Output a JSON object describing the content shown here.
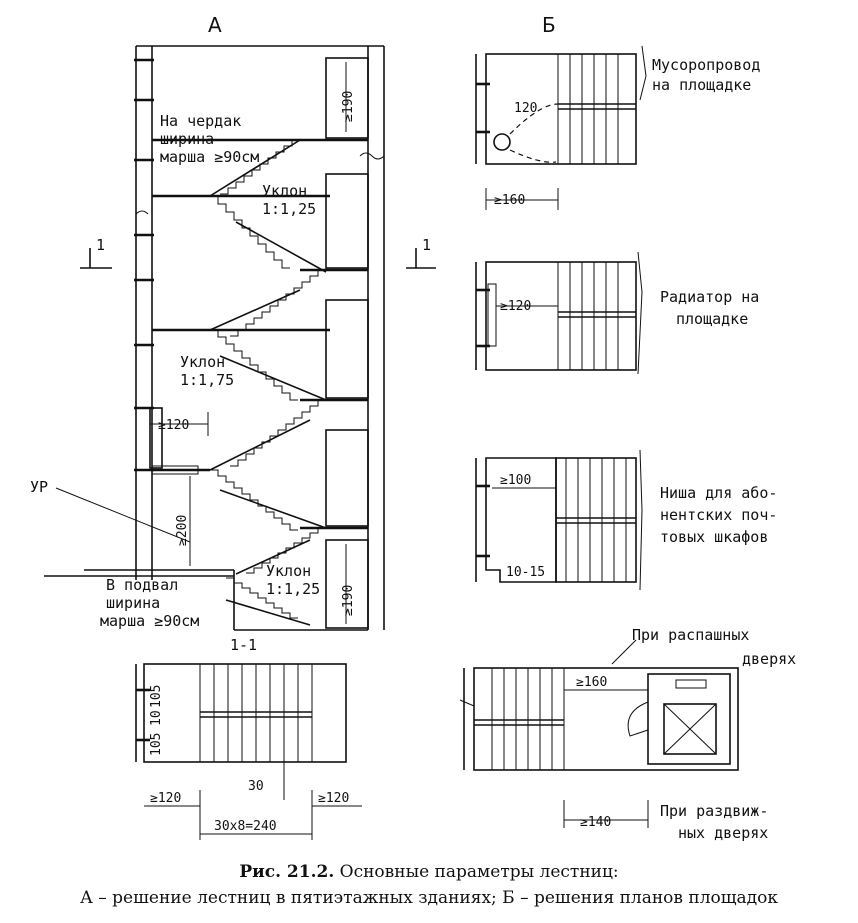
{
  "section_labels": {
    "a": "А",
    "b": "Б",
    "cut": "1-1",
    "cut_mark": "1"
  },
  "section_a": {
    "attic": {
      "line1": "На чердак",
      "line2": "ширина",
      "line3": "марша ≥90см"
    },
    "slope_top": {
      "line1": "Уклон",
      "line2": "1:1,25"
    },
    "slope_mid": {
      "line1": "Уклон",
      "line2": "1:1,75"
    },
    "slope_bottom": {
      "line1": "Уклон",
      "line2": "1:1,25"
    },
    "basement": {
      "line1": "В подвал",
      "line2": "ширина",
      "line3": "марша ≥90см"
    },
    "dim_190_top": "≥190",
    "dim_190_bottom": "≥190",
    "dim_120": "≥120",
    "dim_200": "≥200",
    "ur_mark": "УР"
  },
  "plan_1_1": {
    "dim_105_top": "105",
    "dim_10": "10",
    "dim_105_bottom": "105",
    "dim_30": "30",
    "dim_120_left": "≥120",
    "dim_120_right": "≥120",
    "dim_total": "30x8=240"
  },
  "section_b": {
    "garbage": {
      "line1": "Мусоропровод",
      "line2": "на площадке",
      "dim_r": "120",
      "dim": "≥160"
    },
    "radiator": {
      "line1": "Радиатор на",
      "line2": "площадке",
      "dim": "≥120"
    },
    "niche": {
      "line1": "Ниша для або-",
      "line2": "нентских поч-",
      "line3": "товых шкафов",
      "dim": "≥100",
      "dim2": "10-15"
    },
    "swing": {
      "line1": "При распашных",
      "line2": "дверях",
      "dim": "≥160"
    },
    "sliding": {
      "line1": "При раздвиж-",
      "line2": "ных дверях",
      "dim": "≥140"
    }
  },
  "caption": {
    "fig": "Рис. 21.2.",
    "title": "Основные параметры лестниц:",
    "line2": "А – решение лестниц в пятиэтажных зданиях; Б – решения планов площадок"
  }
}
